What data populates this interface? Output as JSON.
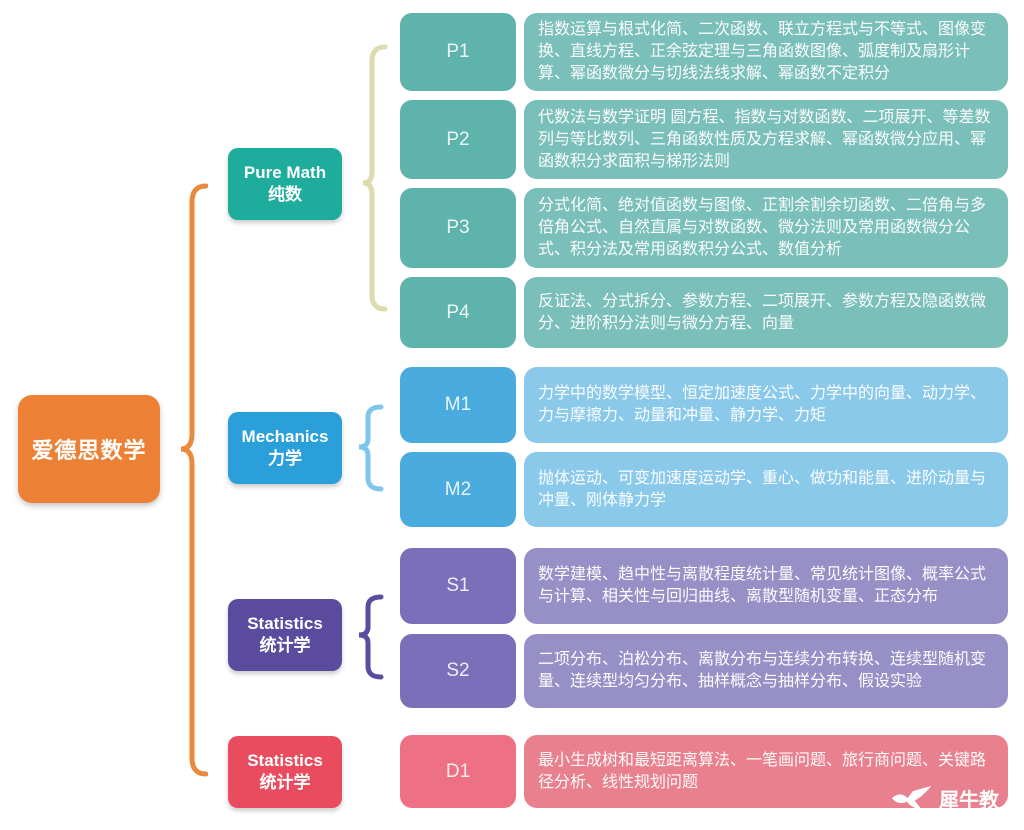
{
  "root": {
    "label": "爱德思数学",
    "color": "#EC8136"
  },
  "watermark": {
    "brand_text": "犀牛教",
    "icon": "swallow-logo-icon"
  },
  "branches": [
    {
      "id": "pure-math",
      "label_en": "Pure Math",
      "label_zh": "纯数",
      "node_color": "#1EAC9C",
      "module_color": "#5EB3AD",
      "desc_color": "#7ABFB9",
      "brace_color": "#DEDBAE",
      "modules": [
        {
          "code": "P1",
          "desc": "指数运算与根式化简、二次函数、联立方程式与不等式、图像变换、直线方程、正余弦定理与三角函数图像、弧度制及扇形计算、幂函数微分与切线法线求解、幂函数不定积分"
        },
        {
          "code": "P2",
          "desc": "代数法与数学证明 圆方程、指数与对数函数、二项展开、等差数列与等比数列、三角函数性质及方程求解、幂函数微分应用、幂函数积分求面积与梯形法则"
        },
        {
          "code": "P3",
          "desc": "分式化简、绝对值函数与图像、正割余割余切函数、二倍角与多倍角公式、自然直属与对数函数、微分法则及常用函数微分公式、积分法及常用函数积分公式、数值分析"
        },
        {
          "code": "P4",
          "desc": "反证法、分式拆分、参数方程、二项展开、参数方程及隐函数微分、进阶积分法则与微分方程、向量"
        }
      ]
    },
    {
      "id": "mechanics",
      "label_en": "Mechanics",
      "label_zh": "力学",
      "node_color": "#2B9FD9",
      "module_color": "#49ABDE",
      "desc_color": "#8BC9EB",
      "brace_color": "#7FC6EC",
      "modules": [
        {
          "code": "M1",
          "desc": "力学中的数学模型、恒定加速度公式、力学中的向量、动力学、力与摩擦力、动量和冲量、静力学、力矩"
        },
        {
          "code": "M2",
          "desc": "抛体运动、可变加速度运动学、重心、做功和能量、进阶动量与冲量、刚体静力学"
        }
      ]
    },
    {
      "id": "statistics",
      "label_en": "Statistics",
      "label_zh": "统计学",
      "node_color": "#5A4B9E",
      "module_color": "#7A6FB8",
      "desc_color": "#9790C7",
      "brace_color": "#5B4CA0",
      "modules": [
        {
          "code": "S1",
          "desc": "数学建模、趋中性与离散程度统计量、常见统计图像、概率公式与计算、相关性与回归曲线、离散型随机变量、正态分布"
        },
        {
          "code": "S2",
          "desc": "二项分布、泊松分布、离散分布与连续分布转换、连续型随机变量、连续型均匀分布、抽样概念与抽样分布、假设实验"
        }
      ]
    },
    {
      "id": "decision",
      "label_en": "Statistics",
      "label_zh": "统计学",
      "node_color": "#E94B5F",
      "module_color": "#ED7084",
      "desc_color": "#E9808E",
      "brace_color": null,
      "modules": [
        {
          "code": "D1",
          "desc": "最小生成树和最短距离算法、一笔画问题、旅行商问题、关键路径分析、线性规划问题"
        }
      ]
    }
  ]
}
